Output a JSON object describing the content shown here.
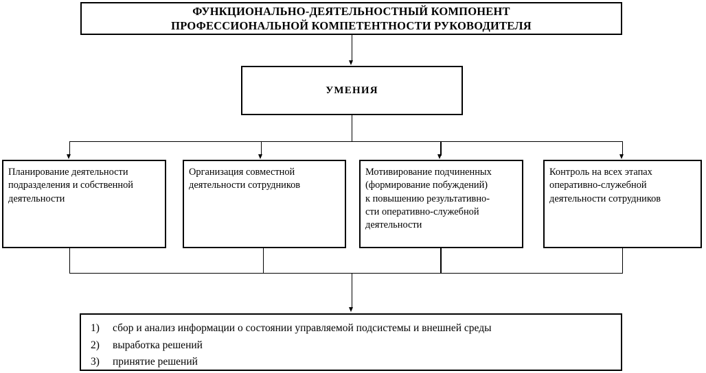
{
  "diagram": {
    "title_box": {
      "lines": [
        "ФУНКЦИОНАЛЬНО-ДЕЯТЕЛЬНОСТНЫЙ КОМПОНЕНТ",
        "ПРОФЕССИОНАЛЬНОЙ КОМПЕТЕНТНОСТИ РУКОВОДИТЕЛЯ"
      ]
    },
    "skills_box": {
      "label": "УМЕНИЯ"
    },
    "leaf_boxes": [
      {
        "lines": [
          "Планирование деятельности",
          "подразделения и собственной",
          "деятельности"
        ]
      },
      {
        "lines": [
          "Организация совместной",
          "деятельности сотрудников"
        ]
      },
      {
        "lines": [
          "Мотивирование подчиненных",
          "(формирование побуждений)",
          "к повышению результативно-",
          "сти оперативно-служебной",
          "деятельности"
        ]
      },
      {
        "lines": [
          "Контроль на всех этапах",
          "оперативно-служебной",
          "деятельности сотрудников"
        ]
      }
    ],
    "list_box": {
      "items": [
        {
          "marker": "1)",
          "label": "сбор и анализ информации о состоянии управляемой подсистемы и внешней среды"
        },
        {
          "marker": "2)",
          "label": "выработка решений"
        },
        {
          "marker": "3)",
          "label": "принятие решений"
        }
      ]
    },
    "colors": {
      "line": "#000000",
      "box_fill": "#ffffff",
      "text": "#000000"
    }
  }
}
